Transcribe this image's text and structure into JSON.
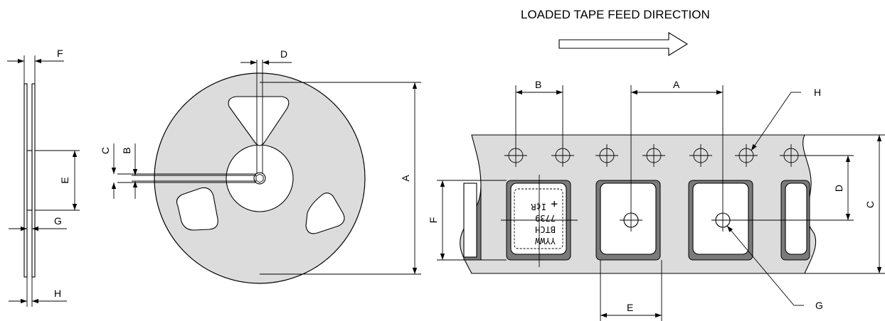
{
  "title": "LOADED TAPE FEED DIRECTION",
  "side_view": {
    "labels": {
      "F": "F",
      "E": "E",
      "G": "G",
      "H": "H"
    }
  },
  "reel_view": {
    "labels": {
      "A": "A",
      "B": "B",
      "C": "C",
      "D": "D"
    }
  },
  "tape_view": {
    "labels": {
      "A": "A",
      "B": "B",
      "C": "C",
      "D": "D",
      "E": "E",
      "F": "F",
      "G": "G",
      "H": "H"
    }
  },
  "part_marking": {
    "line1": "YYWW",
    "line2": "BTCH",
    "line3": "7739",
    "line4": "I¢R"
  }
}
